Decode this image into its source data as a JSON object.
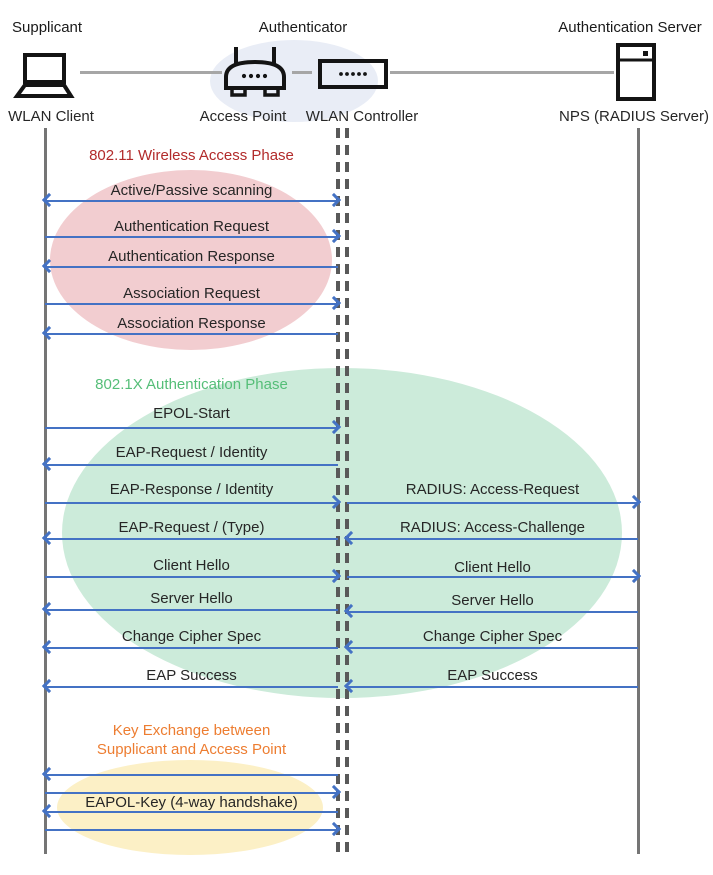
{
  "header": {
    "roles": [
      {
        "title": "Supplicant"
      },
      {
        "title": "Authenticator"
      },
      {
        "title": "Authentication Server"
      }
    ],
    "devices": [
      {
        "label": "WLAN Client"
      },
      {
        "label": "Access Point"
      },
      {
        "label": "WLAN Controller"
      },
      {
        "label": "NPS (RADIUS Server)"
      }
    ]
  },
  "phases": [
    {
      "title": "802.11 Wireless Access Phase",
      "title_color": "#B22B2B",
      "ellipse_color": "#F2CDD0"
    },
    {
      "title": "802.1X Authentication Phase",
      "title_color": "#55BE78",
      "ellipse_color": "#CCEBDA"
    },
    {
      "title_line1": "Key Exchange between",
      "title_line2": "Supplicant and Access Point",
      "title_color": "#ED7D31",
      "ellipse_color": "#FCF0C6"
    }
  ],
  "messages": {
    "client_to_controller": [
      {
        "label": "Active/Passive scanning",
        "direction": "both"
      },
      {
        "label": "Authentication Request",
        "direction": "right"
      },
      {
        "label": "Authentication Response",
        "direction": "left"
      },
      {
        "label": "Association Request",
        "direction": "right"
      },
      {
        "label": "Association Response",
        "direction": "left"
      },
      {
        "label": "EPOL-Start",
        "direction": "right"
      },
      {
        "label": "EAP-Request / Identity",
        "direction": "left"
      },
      {
        "label": "EAP-Response / Identity",
        "direction": "right"
      },
      {
        "label": "EAP-Request / (Type)",
        "direction": "left"
      },
      {
        "label": "Client Hello",
        "direction": "right"
      },
      {
        "label": "Server Hello",
        "direction": "left"
      },
      {
        "label": "Change Cipher Spec",
        "direction": "left"
      },
      {
        "label": "EAP Success",
        "direction": "left"
      }
    ],
    "controller_to_server": [
      {
        "label": "RADIUS: Access-Request",
        "direction": "right"
      },
      {
        "label": "RADIUS: Access-Challenge",
        "direction": "left"
      },
      {
        "label": "Client Hello",
        "direction": "right"
      },
      {
        "label": "Server Hello",
        "direction": "left"
      },
      {
        "label": "Change Cipher Spec",
        "direction": "left"
      },
      {
        "label": "EAP Success",
        "direction": "left"
      }
    ],
    "key_exchange": {
      "label": "EAPOL-Key (4-way handshake)",
      "arrows": [
        "left",
        "right",
        "left",
        "right"
      ]
    }
  },
  "colors": {
    "arrow": "#4472C4",
    "lifeline_solid": "#757575",
    "lifeline_dashed": "#595959",
    "top_connector": "#A6A6A6",
    "authenticator_ellipse": "#E9EDF6"
  }
}
